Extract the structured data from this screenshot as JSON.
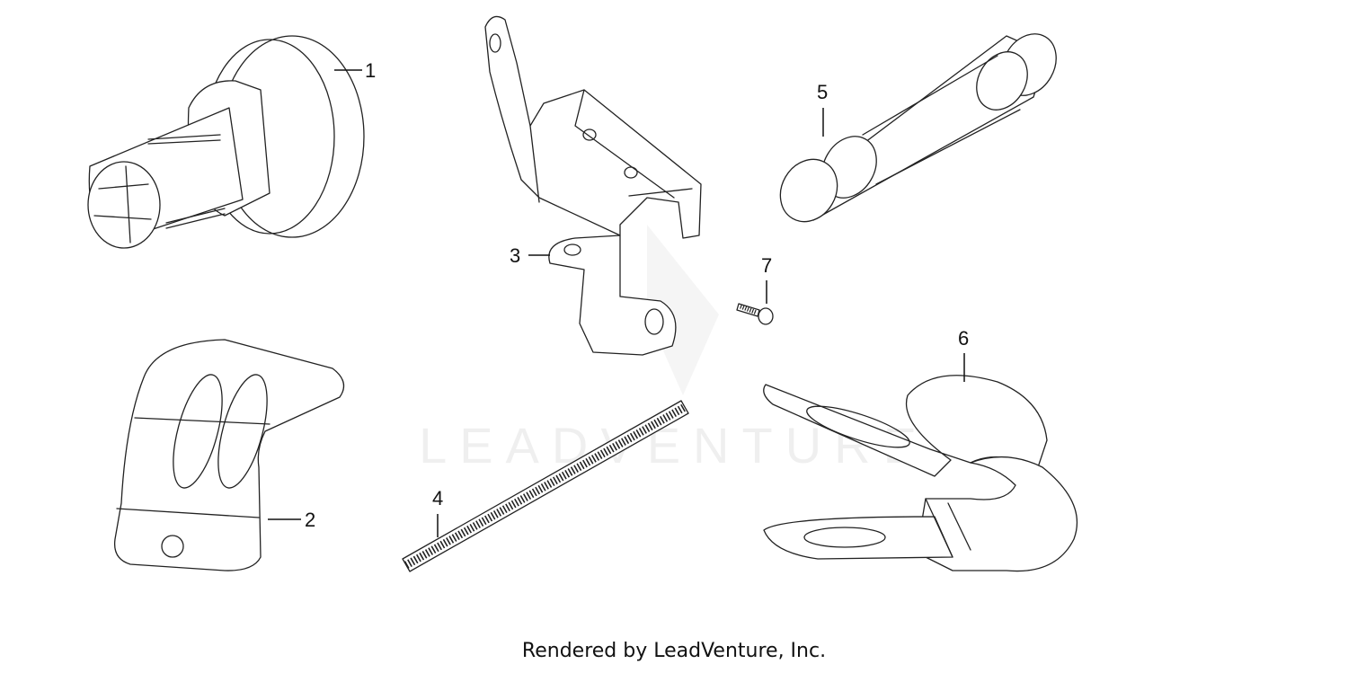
{
  "watermark": "LEADVENTURE",
  "callouts": {
    "part1": "1",
    "part2": "2",
    "part3": "3",
    "part4": "4",
    "part5": "5",
    "part6": "6",
    "part7": "7"
  },
  "footer": "Rendered by LeadVenture, Inc."
}
